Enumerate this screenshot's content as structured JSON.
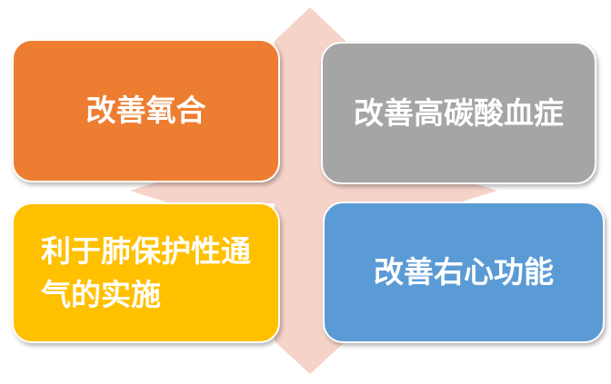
{
  "colors": {
    "arrow_fill": "#f6d3c9",
    "top_left": "#ed7d31",
    "top_right": "#a5a5a5",
    "bottom_left": "#ffc000",
    "bottom_right": "#5b9bd5"
  },
  "boxes": {
    "top_left": {
      "label": "改善氧合"
    },
    "top_right": {
      "label": "改善高碳酸血症"
    },
    "bottom_left": {
      "label": "利于肺保护性通气的实施"
    },
    "bottom_right": {
      "label": "改善右心功能"
    }
  }
}
